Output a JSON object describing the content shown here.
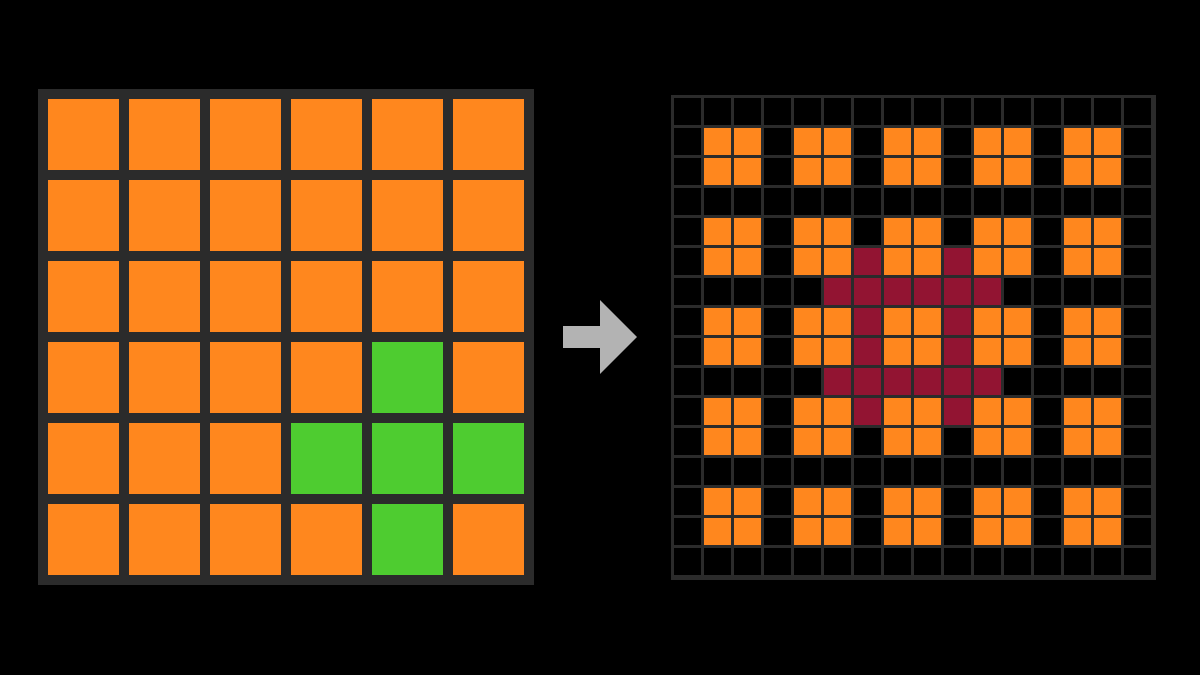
{
  "palette": {
    "0": "#000000",
    "1": "#FF871E",
    "2": "#921432",
    "3": "#4ECC30"
  },
  "grid_line_color": "#2b2b2b",
  "arrow_color": "#B3B3B3",
  "input_grid": [
    "111111",
    "111111",
    "111111",
    "111131",
    "111333",
    "111131"
  ],
  "output_grid": [
    "0000000000000000",
    "0110110110110110",
    "0110110110110110",
    "0000000000000000",
    "0110110110110110",
    "0110112112110110",
    "0000022222200000",
    "0110112112110110",
    "0110112112110110",
    "0000022222200000",
    "0110112112110110",
    "0110110110110110",
    "0000000000000000",
    "0110110110110110",
    "0110110110110110",
    "0000000000000000"
  ]
}
